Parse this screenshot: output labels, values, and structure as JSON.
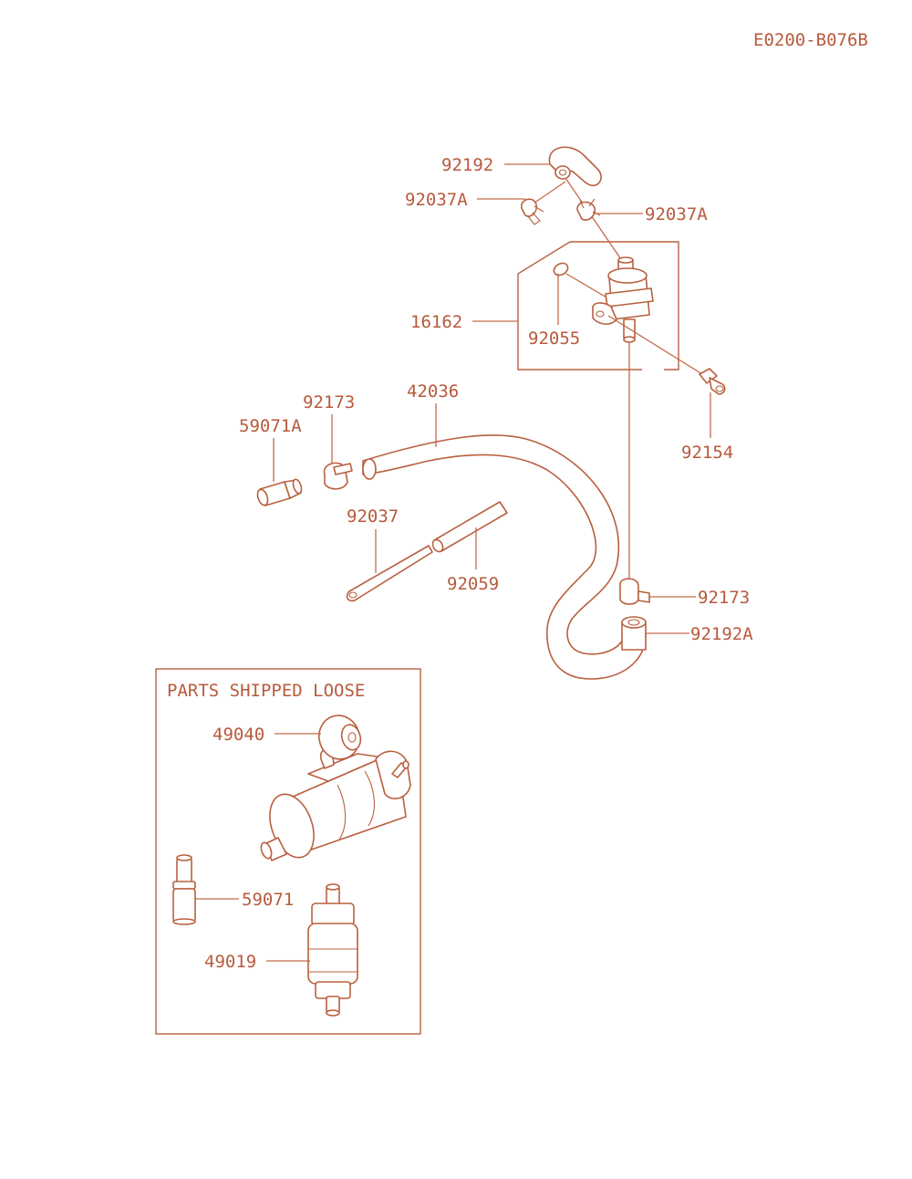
{
  "diagram_code": "E0200-B076B",
  "loose_box_title": "PARTS SHIPPED LOOSE",
  "callouts": {
    "p92192": "92192",
    "p92037A_left": "92037A",
    "p92037A_right": "92037A",
    "p16162": "16162",
    "p92055": "92055",
    "p92154": "92154",
    "p42036": "42036",
    "p92173_top": "92173",
    "p59071A": "59071A",
    "p92037": "92037",
    "p92059": "92059",
    "p92173_right": "92173",
    "p92192A": "92192A",
    "p49040": "49040",
    "p59071": "59071",
    "p49019": "49019"
  },
  "colors": {
    "line": "#b8603f",
    "text": "#b85a3c"
  }
}
